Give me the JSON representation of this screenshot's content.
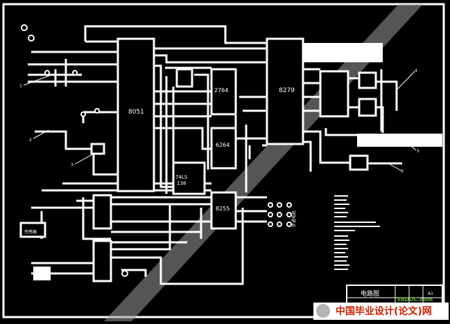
{
  "chips": {
    "mcu": "8051",
    "keyboard_display": "8279",
    "eprom": "2764",
    "sram": "6264",
    "decoder_line1": "74LS",
    "decoder_line2": "138",
    "ppi": "8255",
    "sensor": "传感器"
  },
  "labels": {
    "port_output": "步进电机"
  },
  "callouts": [
    "1",
    "2",
    "3",
    "4",
    "5",
    "6"
  ],
  "title_block": {
    "name": "电路图",
    "sheet": "A1"
  },
  "footer": {
    "brand": "中国毕业设计(论文)网",
    "site": "58DOC.com"
  },
  "colors": {
    "background": "#000000",
    "wire": "#ffffff",
    "watermark": "#9a9a9a",
    "brand_red": "#cc2200",
    "brand_green": "#5fae2e"
  }
}
